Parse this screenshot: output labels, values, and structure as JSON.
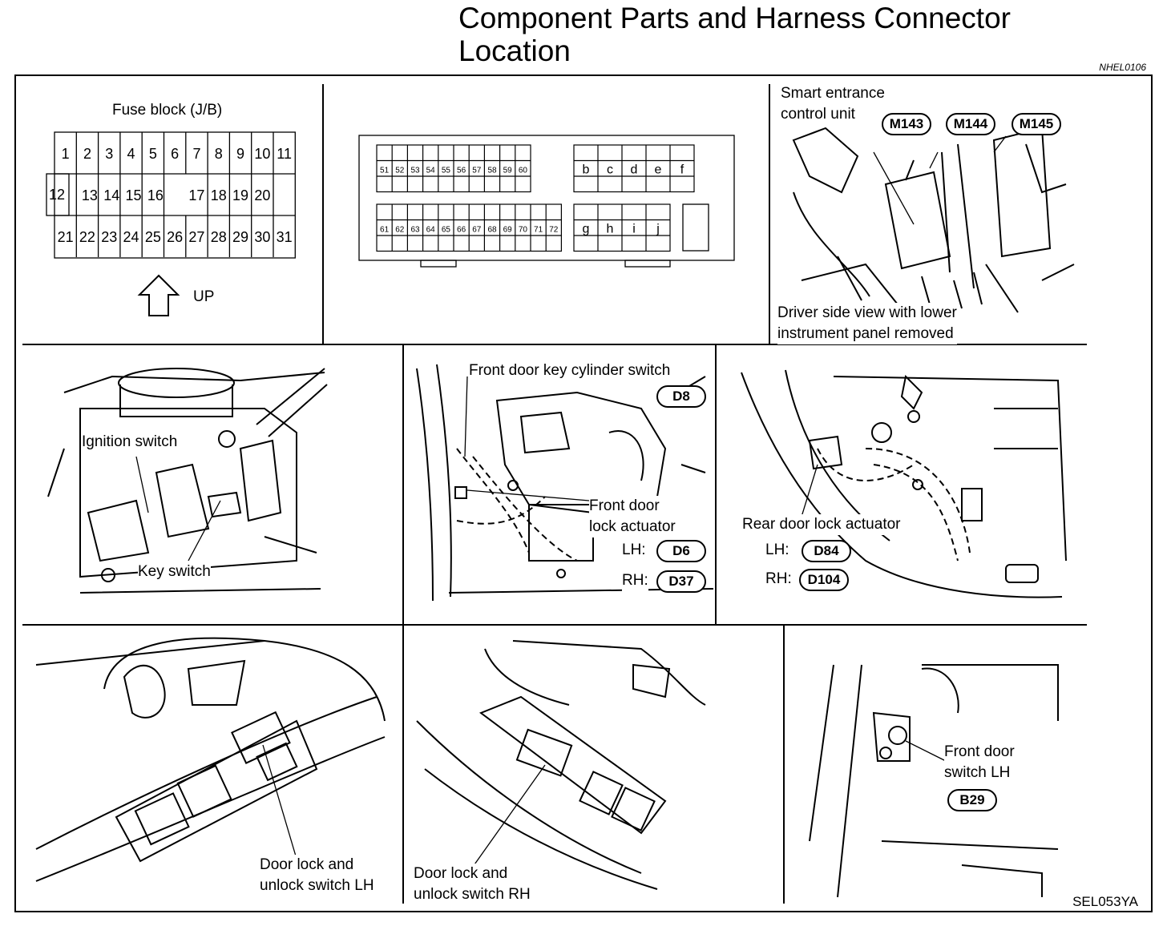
{
  "title": "Component Parts and Harness Connector\nLocation",
  "figure_code_top": "NHEL0106",
  "figure_code_bottom": "SEL053YA",
  "fuse_block": {
    "label": "Fuse block (J/B)",
    "up_label": "UP",
    "rows": [
      [
        "1",
        "2",
        "3",
        "4",
        "5",
        "6",
        "7",
        "8",
        "9",
        "10",
        "11"
      ],
      [
        "12",
        "13",
        "14",
        "15",
        "16",
        "",
        "17",
        "18",
        "19",
        "20"
      ],
      [
        "21",
        "22",
        "23",
        "24",
        "25",
        "26",
        "27",
        "28",
        "29",
        "30",
        "31"
      ]
    ]
  },
  "junction_box": {
    "row1": [
      "51",
      "52",
      "53",
      "54",
      "55",
      "56",
      "57",
      "58",
      "59",
      "60"
    ],
    "row2": [
      "61",
      "62",
      "63",
      "64",
      "65",
      "66",
      "67",
      "68",
      "69",
      "70",
      "71",
      "72"
    ],
    "right_row1": [
      "b",
      "c",
      "d",
      "e",
      "f"
    ],
    "right_row2": [
      "g",
      "h",
      "i",
      "j"
    ]
  },
  "smart_entrance": {
    "label": "Smart entrance\ncontrol unit",
    "connectors": [
      "M143",
      "M144",
      "M145"
    ],
    "caption": "Driver side view with lower\ninstrument panel removed"
  },
  "ignition": {
    "ignition_label": "Ignition switch",
    "key_label": "Key switch"
  },
  "front_door": {
    "key_cyl_label": "Front door key cylinder switch",
    "key_cyl_connector": "D8",
    "actuator_label": "Front door\nlock actuator",
    "lh_label": "LH:",
    "lh_connector": "D6",
    "rh_label": "RH:",
    "rh_connector": "D37"
  },
  "rear_door": {
    "actuator_label": "Rear door lock actuator",
    "lh_label": "LH:",
    "lh_connector": "D84",
    "rh_label": "RH:",
    "rh_connector": "D104"
  },
  "switch_lh": {
    "label": "Door lock and\nunlock switch LH"
  },
  "switch_rh": {
    "label": "Door lock and\nunlock switch RH"
  },
  "door_switch": {
    "label": "Front door\nswitch LH",
    "connector": "B29"
  }
}
